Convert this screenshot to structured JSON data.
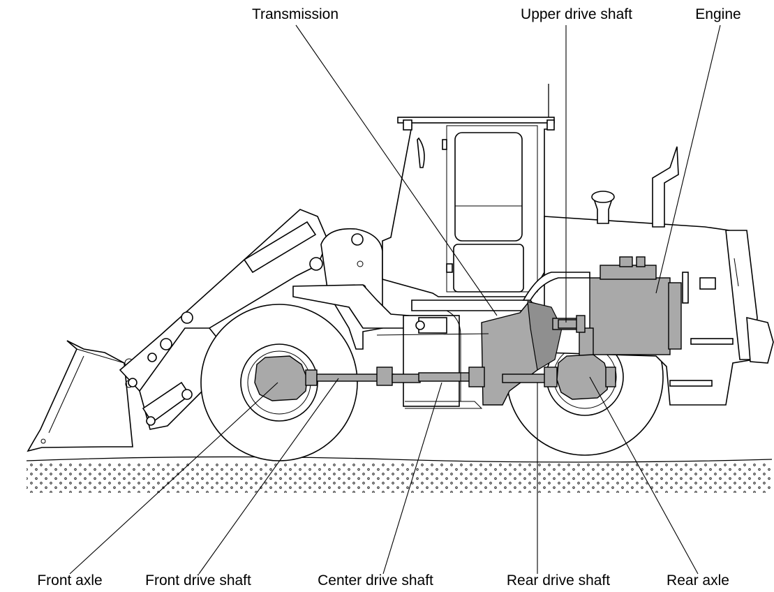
{
  "labels": {
    "transmission": "Transmission",
    "upper_drive_shaft": "Upper drive shaft",
    "engine": "Engine",
    "front_axle": "Front axle",
    "front_drive_shaft": "Front drive shaft",
    "center_drive_shaft": "Center drive shaft",
    "rear_drive_shaft": "Rear drive shaft",
    "rear_axle": "Rear axle"
  },
  "colors": {
    "outline": "#000000",
    "component_fill": "#a9a9a9",
    "background": "#ffffff"
  }
}
